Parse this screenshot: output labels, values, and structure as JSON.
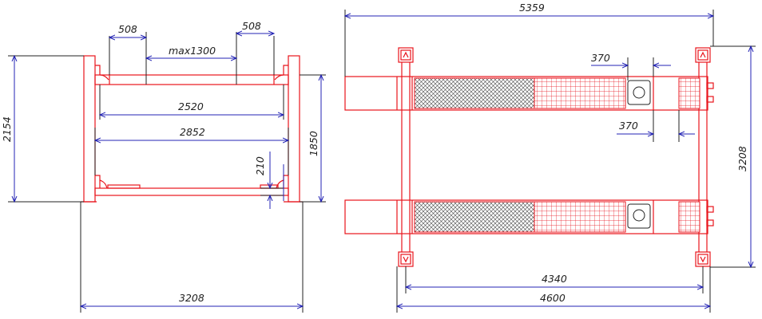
{
  "colors": {
    "structure": "#e8141c",
    "dimension": "#2323b4",
    "text": "#222222"
  },
  "front_view": {
    "dims": {
      "left_platform_width": "508",
      "max_gap": "max1300",
      "right_platform_width": "508",
      "inner_width_top": "2520",
      "inner_width": "2852",
      "total_height": "2154",
      "column_height": "1850",
      "platform_height": "210",
      "overall_width": "3208"
    }
  },
  "top_view": {
    "dims": {
      "overall_length": "5359",
      "turntable_offset_top": "370",
      "turntable_offset_bottom": "370",
      "overall_width": "3208",
      "column_spacing": "4340",
      "runway_length": "4600"
    }
  }
}
